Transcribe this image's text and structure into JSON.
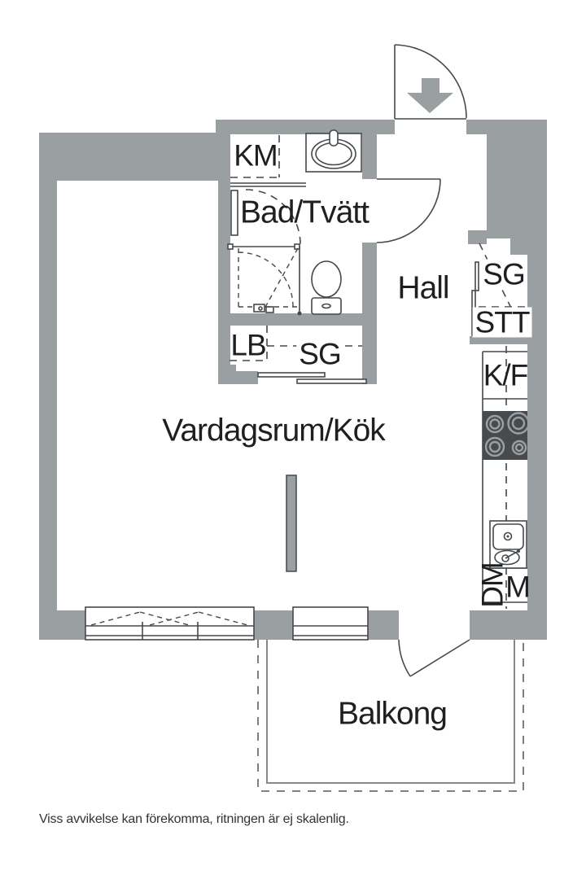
{
  "colors": {
    "wall": "#9aa0a1",
    "line": "#45494c",
    "stove": "#474b4d",
    "text": "#1d1f21",
    "muted": "#303336",
    "balcony_line": "#85898b",
    "bg": "#ffffff"
  },
  "labels": {
    "km": "KM",
    "bad_tvatt": "Bad/Tvätt",
    "hall": "Hall",
    "sg_hall": "SG",
    "stt": "STT",
    "kf": "K/F",
    "lb": "LB",
    "sg_bath": "SG",
    "living": "Vardagsrum/Kök",
    "dm": "DM",
    "m": "M",
    "balcony": "Balkong"
  },
  "icons": {
    "entrance_arrow": "gray-down-arrow"
  },
  "footer": {
    "note": "Viss avvikelse kan förekomma, ritningen är ej skalenlig."
  }
}
